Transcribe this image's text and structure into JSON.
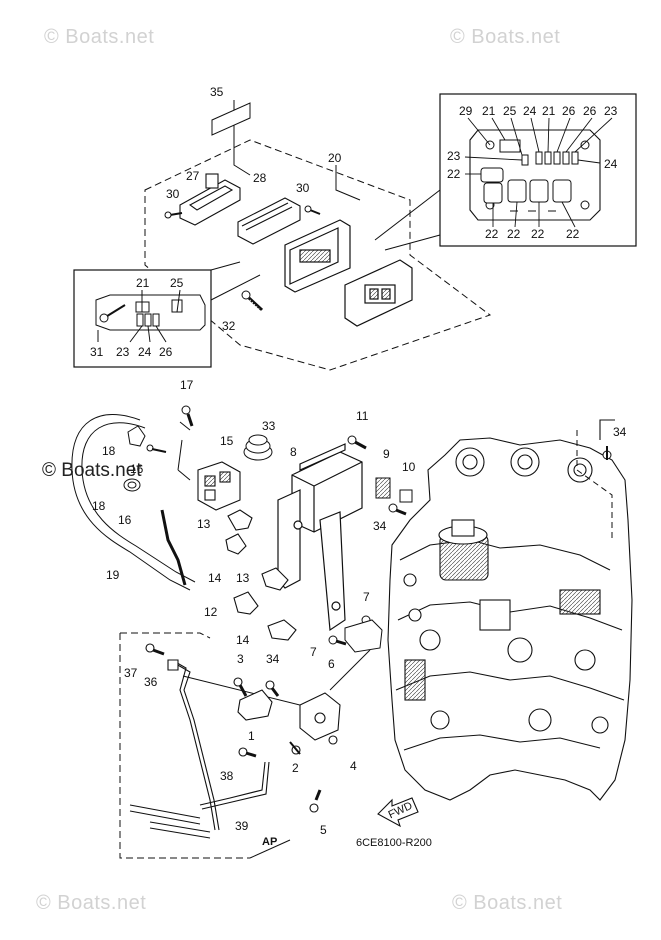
{
  "watermarks": {
    "top_left": "© Boats.net",
    "top_right": "© Boats.net",
    "middle_left": "© Boats.net",
    "bottom_left": "© Boats.net",
    "bottom_right": "© Boats.net"
  },
  "diagram": {
    "drawing_code": "6CE8100-R200",
    "ap_mark": "AP",
    "fwd_mark": "FWD"
  },
  "callouts": [
    {
      "id": "c35",
      "text": "35"
    },
    {
      "id": "c20",
      "text": "20"
    },
    {
      "id": "c27",
      "text": "27"
    },
    {
      "id": "c28",
      "text": "28"
    },
    {
      "id": "c30a",
      "text": "30"
    },
    {
      "id": "c30b",
      "text": "30"
    },
    {
      "id": "c21a",
      "text": "21"
    },
    {
      "id": "c25a",
      "text": "25"
    },
    {
      "id": "c31",
      "text": "31"
    },
    {
      "id": "c23a",
      "text": "23"
    },
    {
      "id": "c24a",
      "text": "24"
    },
    {
      "id": "c26a",
      "text": "26"
    },
    {
      "id": "c32",
      "text": "32"
    },
    {
      "id": "c29",
      "text": "29"
    },
    {
      "id": "c21b",
      "text": "21"
    },
    {
      "id": "c25b",
      "text": "25"
    },
    {
      "id": "c24b",
      "text": "24"
    },
    {
      "id": "c21c",
      "text": "21"
    },
    {
      "id": "c26b",
      "text": "26"
    },
    {
      "id": "c26c",
      "text": "26"
    },
    {
      "id": "c23b",
      "text": "23"
    },
    {
      "id": "c23c",
      "text": "23"
    },
    {
      "id": "c24c",
      "text": "24"
    },
    {
      "id": "c22a",
      "text": "22"
    },
    {
      "id": "c22b",
      "text": "22"
    },
    {
      "id": "c22c",
      "text": "22"
    },
    {
      "id": "c22d",
      "text": "22"
    },
    {
      "id": "c22e",
      "text": "22"
    },
    {
      "id": "c17",
      "text": "17"
    },
    {
      "id": "c33",
      "text": "33"
    },
    {
      "id": "c11",
      "text": "11"
    },
    {
      "id": "c34a",
      "text": "34"
    },
    {
      "id": "c18a",
      "text": "18"
    },
    {
      "id": "c15",
      "text": "15"
    },
    {
      "id": "c8",
      "text": "8"
    },
    {
      "id": "c9",
      "text": "9"
    },
    {
      "id": "c10",
      "text": "10"
    },
    {
      "id": "c16a",
      "text": "16"
    },
    {
      "id": "c18b",
      "text": "18"
    },
    {
      "id": "c16b",
      "text": "16"
    },
    {
      "id": "c34b",
      "text": "34"
    },
    {
      "id": "c13a",
      "text": "13"
    },
    {
      "id": "c14a",
      "text": "14"
    },
    {
      "id": "c19",
      "text": "19"
    },
    {
      "id": "c13b",
      "text": "13"
    },
    {
      "id": "c12",
      "text": "12"
    },
    {
      "id": "c7a",
      "text": "7"
    },
    {
      "id": "c14b",
      "text": "14"
    },
    {
      "id": "c7b",
      "text": "7"
    },
    {
      "id": "c6",
      "text": "6"
    },
    {
      "id": "c37",
      "text": "37"
    },
    {
      "id": "c3",
      "text": "3"
    },
    {
      "id": "c34c",
      "text": "34"
    },
    {
      "id": "c36",
      "text": "36"
    },
    {
      "id": "c1",
      "text": "1"
    },
    {
      "id": "c38",
      "text": "38"
    },
    {
      "id": "c2",
      "text": "2"
    },
    {
      "id": "c4",
      "text": "4"
    },
    {
      "id": "c39",
      "text": "39"
    },
    {
      "id": "c5",
      "text": "5"
    }
  ]
}
